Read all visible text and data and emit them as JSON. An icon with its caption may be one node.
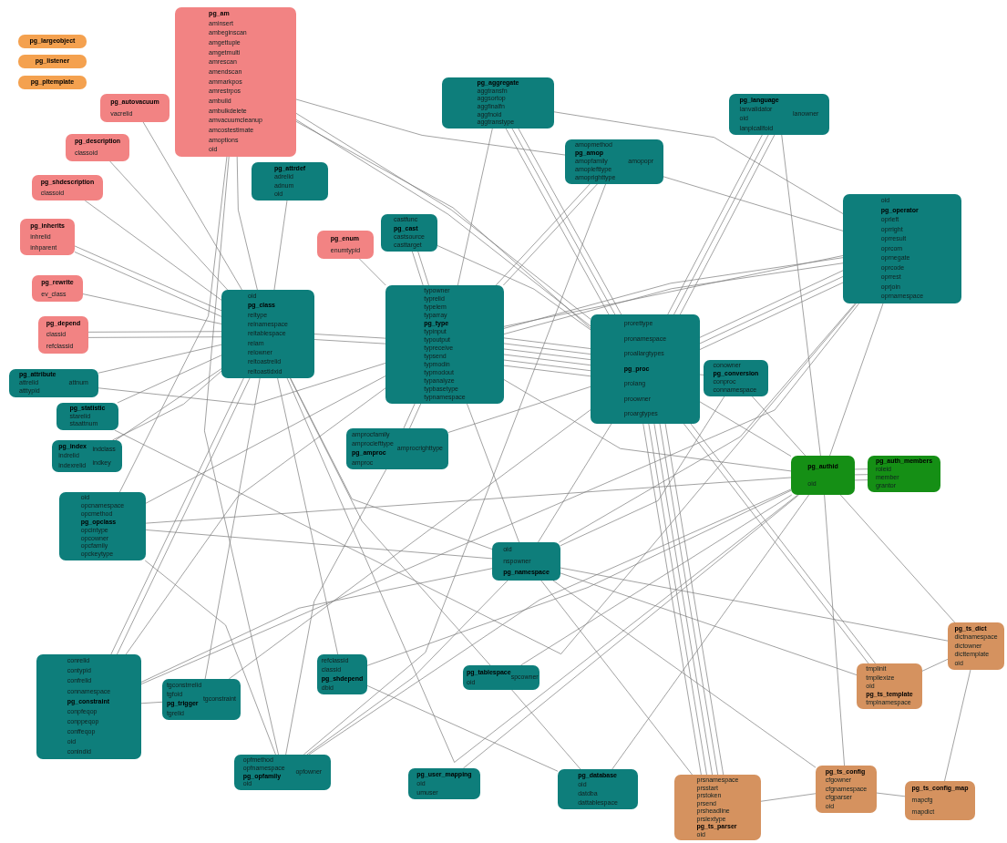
{
  "diagram": {
    "nodes": [
      {
        "text": [
          "pg_largeobject"
        ]
      },
      {
        "text": [
          "pg_listener"
        ]
      },
      {
        "text": [
          "pg_pltemplate"
        ]
      },
      {
        "text": [
          "pg_am",
          "aminsert",
          "ambeginscan",
          "amgettuple",
          "amgetmulti",
          "amrescan",
          "amendscan",
          "ammarkpos",
          "amrestrpos",
          "ambuild",
          "ambulkdelete",
          "amvacuumcleanup",
          "amcostestimate",
          "amoptions",
          "oid"
        ]
      },
      {
        "text": [
          "pg_autovacuum",
          "vacrelid"
        ]
      },
      {
        "text": [
          "pg_description",
          "classoid"
        ]
      },
      {
        "text": [
          "pg_shdescription",
          "classoid"
        ]
      },
      {
        "text": [
          "pg_inherits",
          "inhrelid",
          "inhparent"
        ]
      },
      {
        "text": [
          "pg_rewrite",
          "ev_class"
        ]
      },
      {
        "text": [
          "pg_depend",
          "classid",
          "refclassid"
        ]
      },
      {
        "text": [
          "pg_attrdef",
          "adrelid",
          "adnum",
          "oid"
        ]
      },
      {
        "text": [
          "castfunc",
          "pg_cast",
          "castsource",
          "casttarget"
        ]
      },
      {
        "text": [
          "pg_enum",
          "enumtypid"
        ]
      },
      {
        "text": [
          "pg_aggregate",
          "aggtransfn",
          "aggsortop",
          "aggfinalfn",
          "aggfnoid",
          "aggtranstype"
        ]
      },
      {
        "text": [
          "amopmethod",
          "pg_amop",
          "amopfamily",
          "amoplefttype",
          "amoprighttype",
          "amopopr"
        ]
      },
      {
        "text": [
          "pg_language",
          "lanvalidator",
          "oid",
          "lanplcallfoid",
          "lanowner"
        ]
      },
      {
        "text": [
          "oid",
          "pg_operator",
          "oprleft",
          "oprright",
          "oprresult",
          "oprcom",
          "oprnegate",
          "oprcode",
          "oprrest",
          "oprjoin",
          "oprnamespace"
        ]
      },
      {
        "text": [
          "oid",
          "pg_class",
          "reltype",
          "relnamespace",
          "reltablespace",
          "relam",
          "relowner",
          "reltoastrelid",
          "reltoastidxid"
        ]
      },
      {
        "text": [
          "typowner",
          "typrelid",
          "typelem",
          "typarray",
          "pg_type",
          "typinput",
          "typoutput",
          "typreceive",
          "typsend",
          "typmodin",
          "typmodout",
          "typanalyze",
          "typbasetype",
          "typnamespace"
        ]
      },
      {
        "text": [
          "prorettype",
          "pronamespace",
          "proallargtypes",
          "pg_proc",
          "prolang",
          "proowner",
          "proargtypes"
        ]
      },
      {
        "text": [
          "conowner",
          "pg_conversion",
          "conproc",
          "connamespace"
        ]
      },
      {
        "text": [
          "pg_attribute",
          "attrelid",
          "atttypid",
          "attnum"
        ]
      },
      {
        "text": [
          "pg_statistic",
          "starelid",
          "staattnum"
        ]
      },
      {
        "text": [
          "pg_index",
          "indrelid",
          "indexrelid",
          "indclass",
          "indkey"
        ]
      },
      {
        "text": [
          "amprocfamily",
          "amproclefttype",
          "pg_amproc",
          "amproc",
          "amprocrighttype"
        ]
      },
      {
        "text": [
          "pg_authid",
          "oid"
        ]
      },
      {
        "text": [
          "pg_auth_members",
          "roleid",
          "member",
          "grantor"
        ]
      },
      {
        "text": [
          "oid",
          "opcnamespace",
          "opcmethod",
          "pg_opclass",
          "opcintype",
          "opcowner",
          "opcfamily",
          "opckeytype"
        ]
      },
      {
        "text": [
          "oid",
          "nspowner",
          "pg_namespace"
        ]
      },
      {
        "text": [
          "conrelid",
          "contypid",
          "confrelid",
          "connamespace",
          "pg_constraint",
          "conpfeqop",
          "conppeqop",
          "conffeqop",
          "oid",
          "conindid"
        ]
      },
      {
        "text": [
          "tgconstrrelid",
          "tgfoid",
          "pg_trigger",
          "tgrelid",
          "tgconstraint"
        ]
      },
      {
        "text": [
          "refclassid",
          "classid",
          "pg_shdepend",
          "dbid"
        ]
      },
      {
        "text": [
          "pg_tablespace",
          "oid",
          "spcowner"
        ]
      },
      {
        "text": [
          "opfmethod",
          "opfnamespace",
          "pg_opfamily",
          "oid",
          "opfowner"
        ]
      },
      {
        "text": [
          "pg_user_mapping",
          "oid",
          "umuser"
        ]
      },
      {
        "text": [
          "pg_database",
          "oid",
          "datdba",
          "dattablespace"
        ]
      },
      {
        "text": [
          "pg_ts_dict",
          "dictnamespace",
          "dictowner",
          "dicttemplate",
          "oid"
        ]
      },
      {
        "text": [
          "tmplinit",
          "tmpllexize",
          "oid",
          "pg_ts_template",
          "tmplnamespace"
        ]
      },
      {
        "text": [
          "pg_ts_config",
          "cfgowner",
          "cfgnamespace",
          "cfgparser",
          "oid"
        ]
      },
      {
        "text": [
          "pg_ts_config_map",
          "mapcfg",
          "mapdict"
        ]
      },
      {
        "text": [
          "prsnamespace",
          "prsstart",
          "prstoken",
          "prsend",
          "prsheadline",
          "prslextype",
          "pg_ts_parser",
          "oid"
        ]
      }
    ],
    "edges": [
      {
        "from": 3,
        "to": 19,
        "arrow": "none"
      },
      {
        "from": 3,
        "to": 19,
        "arrow": "none"
      },
      {
        "from": 3,
        "to": 19,
        "arrow": "none"
      },
      {
        "from": 3,
        "to": 17,
        "arrow": "none"
      },
      {
        "from": 3,
        "to": 27,
        "arrow": "none"
      },
      {
        "from": 3,
        "to": 14,
        "arrow": "none"
      },
      {
        "from": 3,
        "to": 33,
        "arrow": "none"
      },
      {
        "from": 4,
        "to": 17,
        "arrow": "none"
      },
      {
        "from": 5,
        "to": 17,
        "arrow": "none"
      },
      {
        "from": 6,
        "to": 17,
        "arrow": "none"
      },
      {
        "from": 7,
        "to": 17,
        "arrow": "none"
      },
      {
        "from": 7,
        "to": 17,
        "arrow": "none"
      },
      {
        "from": 8,
        "to": 17,
        "arrow": "none"
      },
      {
        "from": 9,
        "to": 17,
        "arrow": "none"
      },
      {
        "from": 9,
        "to": 17,
        "arrow": "none"
      },
      {
        "from": 10,
        "to": 17,
        "arrow": "none"
      },
      {
        "from": 21,
        "to": 17,
        "arrow": "none"
      },
      {
        "from": 21,
        "to": 18,
        "arrow": "none"
      },
      {
        "from": 22,
        "to": 17,
        "arrow": "none"
      },
      {
        "from": 22,
        "to": 16,
        "arrow": "none"
      },
      {
        "from": 23,
        "to": 17,
        "arrow": "none"
      },
      {
        "from": 23,
        "to": 17,
        "arrow": "none"
      },
      {
        "from": 27,
        "to": 18,
        "arrow": "none"
      },
      {
        "from": 27,
        "to": 28,
        "arrow": "none"
      },
      {
        "from": 27,
        "to": 33,
        "arrow": "none"
      },
      {
        "from": 27,
        "to": 25,
        "arrow": "none"
      },
      {
        "from": 29,
        "to": 17,
        "arrow": "none"
      },
      {
        "from": 29,
        "to": 18,
        "arrow": "none"
      },
      {
        "from": 29,
        "to": 16,
        "arrow": "none"
      },
      {
        "from": 29,
        "to": 28,
        "arrow": "none"
      },
      {
        "from": 29,
        "to": 17,
        "arrow": "none"
      },
      {
        "from": 30,
        "to": 17,
        "arrow": "none"
      },
      {
        "from": 30,
        "to": 19,
        "arrow": "none"
      },
      {
        "from": 30,
        "to": 29,
        "arrow": "none"
      },
      {
        "from": 31,
        "to": 17,
        "arrow": "none"
      },
      {
        "from": 31,
        "to": 25,
        "arrow": "none"
      },
      {
        "from": 31,
        "to": 35,
        "arrow": "none"
      },
      {
        "from": 32,
        "to": 25,
        "arrow": "none"
      },
      {
        "from": 11,
        "to": 19,
        "arrow": "none"
      },
      {
        "from": 11,
        "to": 18,
        "arrow": "none"
      },
      {
        "from": 11,
        "to": 18,
        "arrow": "none"
      },
      {
        "from": 12,
        "to": 18,
        "arrow": "none"
      },
      {
        "from": 13,
        "to": 19,
        "arrow": "none"
      },
      {
        "from": 13,
        "to": 19,
        "arrow": "none"
      },
      {
        "from": 13,
        "to": 19,
        "arrow": "none"
      },
      {
        "from": 13,
        "to": 16,
        "arrow": "none"
      },
      {
        "from": 13,
        "to": 18,
        "arrow": "none"
      },
      {
        "from": 14,
        "to": 16,
        "arrow": "none"
      },
      {
        "from": 14,
        "to": 18,
        "arrow": "none"
      },
      {
        "from": 14,
        "to": 18,
        "arrow": "none"
      },
      {
        "from": 14,
        "to": 33,
        "arrow": "none"
      },
      {
        "from": 15,
        "to": 19,
        "arrow": "none"
      },
      {
        "from": 15,
        "to": 19,
        "arrow": "none"
      },
      {
        "from": 15,
        "to": 25,
        "arrow": "none"
      },
      {
        "from": 16,
        "to": 18,
        "arrow": "none"
      },
      {
        "from": 16,
        "to": 18,
        "arrow": "none"
      },
      {
        "from": 16,
        "to": 18,
        "arrow": "none"
      },
      {
        "from": 16,
        "to": 19,
        "arrow": "none"
      },
      {
        "from": 16,
        "to": 19,
        "arrow": "none"
      },
      {
        "from": 16,
        "to": 19,
        "arrow": "none"
      },
      {
        "from": 16,
        "to": 28,
        "arrow": "none"
      },
      {
        "from": 16,
        "to": 25,
        "arrow": "none"
      },
      {
        "from": 17,
        "to": 18,
        "arrow": "none"
      },
      {
        "from": 17,
        "to": 28,
        "arrow": "none"
      },
      {
        "from": 17,
        "to": 32,
        "arrow": "none"
      },
      {
        "from": 17,
        "to": 25,
        "arrow": "none"
      },
      {
        "from": 18,
        "to": 19,
        "arrow": "none"
      },
      {
        "from": 18,
        "to": 19,
        "arrow": "none"
      },
      {
        "from": 18,
        "to": 19,
        "arrow": "none"
      },
      {
        "from": 18,
        "to": 19,
        "arrow": "none"
      },
      {
        "from": 18,
        "to": 17,
        "arrow": "none"
      },
      {
        "from": 18,
        "to": 28,
        "arrow": "none"
      },
      {
        "from": 18,
        "to": 25,
        "arrow": "none"
      },
      {
        "from": 19,
        "to": 18,
        "arrow": "none"
      },
      {
        "from": 19,
        "to": 18,
        "arrow": "none"
      },
      {
        "from": 19,
        "to": 15,
        "arrow": "none"
      },
      {
        "from": 19,
        "to": 28,
        "arrow": "none"
      },
      {
        "from": 19,
        "to": 25,
        "arrow": "none"
      },
      {
        "from": 20,
        "to": 19,
        "arrow": "none"
      },
      {
        "from": 20,
        "to": 28,
        "arrow": "none"
      },
      {
        "from": 20,
        "to": 25,
        "arrow": "none"
      },
      {
        "from": 24,
        "to": 33,
        "arrow": "none"
      },
      {
        "from": 24,
        "to": 18,
        "arrow": "none"
      },
      {
        "from": 24,
        "to": 18,
        "arrow": "none"
      },
      {
        "from": 24,
        "to": 19,
        "arrow": "none"
      },
      {
        "from": 26,
        "to": 25,
        "arrow": "none"
      },
      {
        "from": 26,
        "to": 25,
        "arrow": "none"
      },
      {
        "from": 26,
        "to": 25,
        "arrow": "none"
      },
      {
        "from": 33,
        "to": 28,
        "arrow": "none"
      },
      {
        "from": 33,
        "to": 25,
        "arrow": "none"
      },
      {
        "from": 34,
        "to": 25,
        "arrow": "none"
      },
      {
        "from": 35,
        "to": 25,
        "arrow": "none"
      },
      {
        "from": 35,
        "to": 32,
        "arrow": "none"
      },
      {
        "from": 36,
        "to": 37,
        "arrow": "none"
      },
      {
        "from": 36,
        "to": 28,
        "arrow": "none"
      },
      {
        "from": 36,
        "to": 25,
        "arrow": "none"
      },
      {
        "from": 37,
        "to": 19,
        "arrow": "none"
      },
      {
        "from": 37,
        "to": 19,
        "arrow": "none"
      },
      {
        "from": 37,
        "to": 28,
        "arrow": "none"
      },
      {
        "from": 38,
        "to": 25,
        "arrow": "none"
      },
      {
        "from": 38,
        "to": 28,
        "arrow": "none"
      },
      {
        "from": 38,
        "to": 40,
        "arrow": "none"
      },
      {
        "from": 39,
        "to": 38,
        "arrow": "none"
      },
      {
        "from": 39,
        "to": 36,
        "arrow": "none"
      },
      {
        "from": 40,
        "to": 19,
        "arrow": "none"
      },
      {
        "from": 40,
        "to": 19,
        "arrow": "none"
      },
      {
        "from": 40,
        "to": 19,
        "arrow": "none"
      },
      {
        "from": 40,
        "to": 19,
        "arrow": "none"
      },
      {
        "from": 40,
        "to": 19,
        "arrow": "none"
      },
      {
        "from": 40,
        "to": 28,
        "arrow": "none"
      }
    ]
  }
}
